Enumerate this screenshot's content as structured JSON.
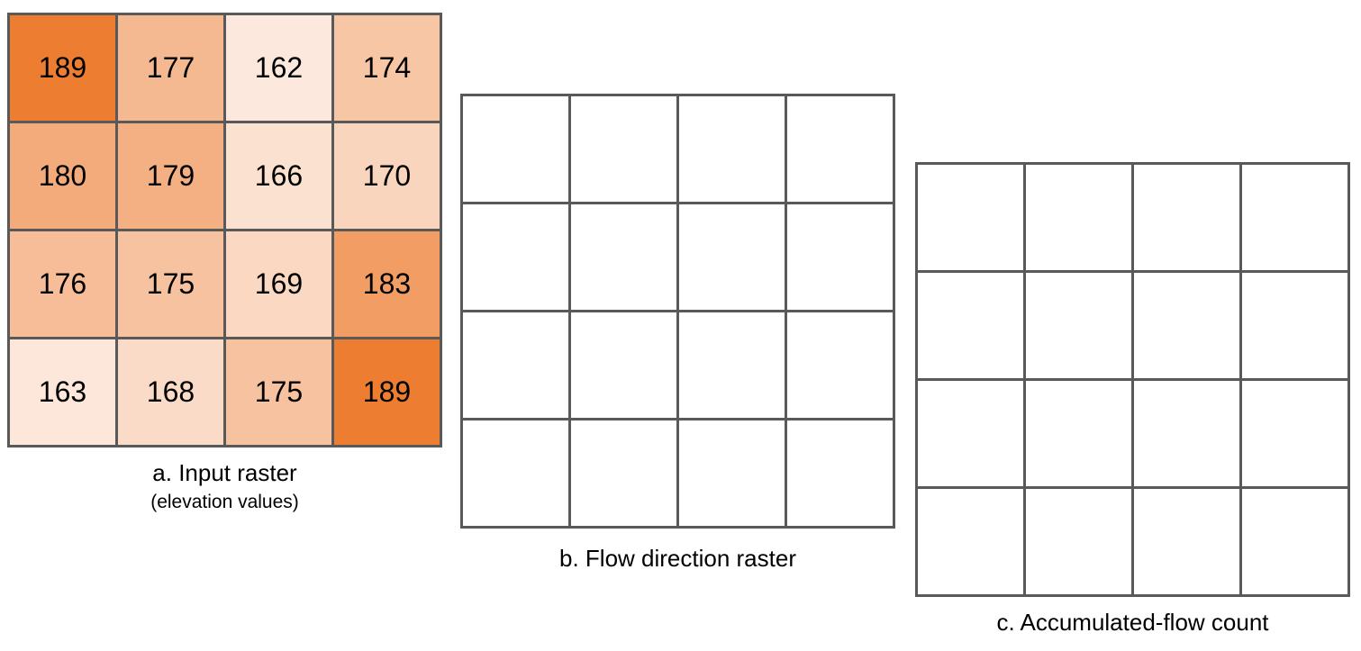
{
  "panels": {
    "input_raster": {
      "caption": "a. Input raster",
      "subcaption": "(elevation values)",
      "shade_color": "#ED7D31",
      "cells": [
        [
          189,
          177,
          162,
          174
        ],
        [
          180,
          179,
          166,
          170
        ],
        [
          176,
          175,
          169,
          183
        ],
        [
          163,
          168,
          175,
          189
        ]
      ]
    },
    "flow_direction_raster": {
      "caption": "b. Flow direction raster",
      "rows": 4,
      "cols": 4
    },
    "accumulated_flow_raster": {
      "caption": "c. Accumulated-flow count",
      "rows": 4,
      "cols": 4
    }
  }
}
